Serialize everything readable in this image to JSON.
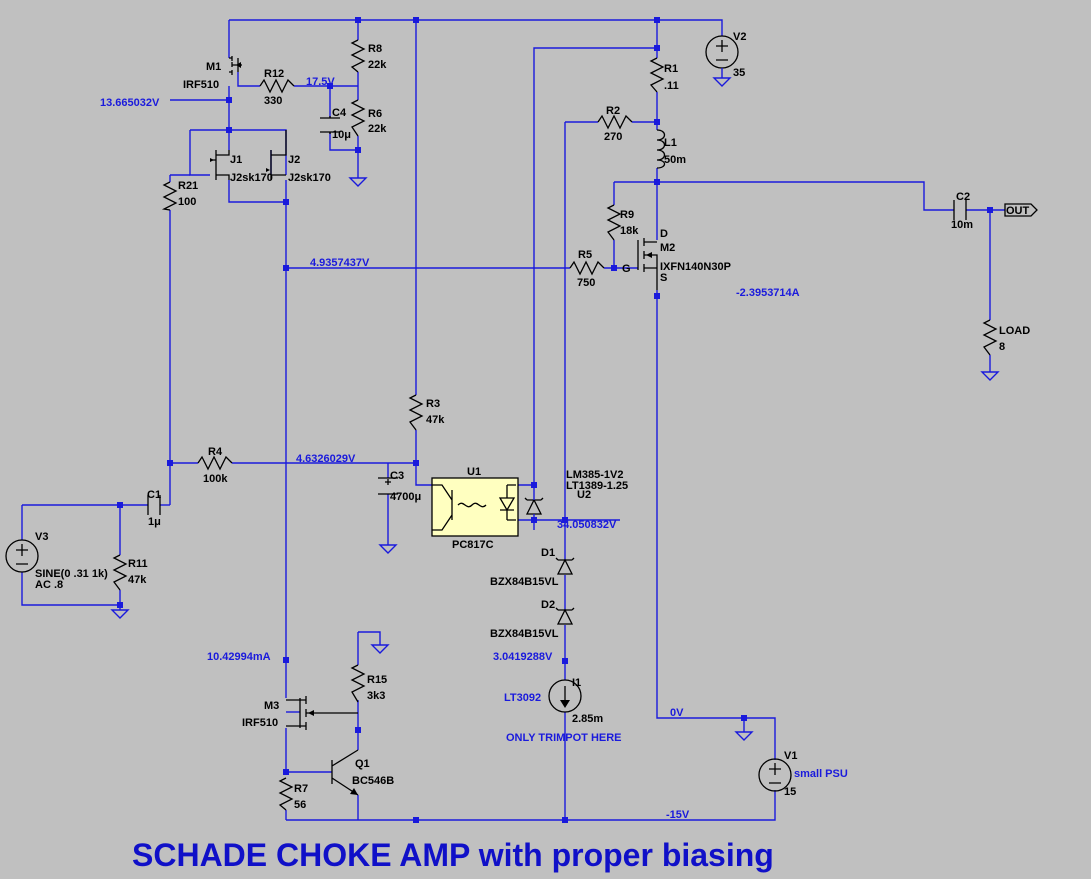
{
  "title": "SCHADE CHOKE AMP with proper biasing",
  "components": {
    "M1": {
      "name": "M1",
      "value": "IRF510"
    },
    "M2": {
      "name": "M2",
      "value": "IXFN140N30P",
      "d": "D",
      "g": "G",
      "s": "S"
    },
    "M3": {
      "name": "M3",
      "value": "IRF510"
    },
    "J1": {
      "name": "J1",
      "value": "J2sk170"
    },
    "J2": {
      "name": "J2",
      "value": "J2sk170"
    },
    "Q1": {
      "name": "Q1",
      "value": "BC546B"
    },
    "R1": {
      "name": "R1",
      "value": ".11"
    },
    "R2": {
      "name": "R2",
      "value": "270"
    },
    "R3": {
      "name": "R3",
      "value": "47k"
    },
    "R4": {
      "name": "R4",
      "value": "100k"
    },
    "R5": {
      "name": "R5",
      "value": "750"
    },
    "R6": {
      "name": "R6",
      "value": "22k"
    },
    "R7": {
      "name": "R7",
      "value": "56"
    },
    "R8": {
      "name": "R8",
      "value": "22k"
    },
    "R9": {
      "name": "R9",
      "value": "18k"
    },
    "R11": {
      "name": "R11",
      "value": "47k"
    },
    "R12": {
      "name": "R12",
      "value": "330"
    },
    "R15": {
      "name": "R15",
      "value": "3k3"
    },
    "R21": {
      "name": "R21",
      "value": "100"
    },
    "LOAD": {
      "name": "LOAD",
      "value": "8"
    },
    "L1": {
      "name": "L1",
      "value": "50m"
    },
    "C1": {
      "name": "C1",
      "value": "1μ"
    },
    "C2": {
      "name": "C2",
      "value": "10m"
    },
    "C3": {
      "name": "C3",
      "value": "4700μ"
    },
    "C4": {
      "name": "C4",
      "value": "10μ"
    },
    "V1": {
      "name": "V1",
      "value": "15",
      "note": "small PSU"
    },
    "V2": {
      "name": "V2",
      "value": "35"
    },
    "V3": {
      "name": "V3",
      "value": "SINE(0 .31 1k)",
      "ac": "AC .8"
    },
    "U1": {
      "name": "U1",
      "value": "PC817C"
    },
    "U2": {
      "name": "U2",
      "value1": "LM385-1V2",
      "value2": "LT1389-1.25"
    },
    "D1": {
      "name": "D1",
      "value": "BZX84B15VL"
    },
    "D2": {
      "name": "D2",
      "value": "BZX84B15VL"
    },
    "I1": {
      "name": "I1",
      "value": "2.85m",
      "type": "LT3092",
      "note": "ONLY TRIMPOT HERE"
    },
    "OUT": {
      "name": "OUT"
    }
  },
  "annotations": {
    "v_top": "17.5V",
    "v_j": "13.665032V",
    "v_gate": "4.9357437V",
    "i_source": "-2.3953714A",
    "v_r4": "4.6326029V",
    "v_u1": "34.050832V",
    "i_m3": "10.42994mA",
    "v_i1": "3.0419288V",
    "v_zero": "0V",
    "v_neg": "-15V"
  },
  "colors": {
    "background": "#c0c0c0",
    "wire": "#1a1adc",
    "component": "#000000",
    "opto": "#ffffc0",
    "title": "#1010c8"
  }
}
